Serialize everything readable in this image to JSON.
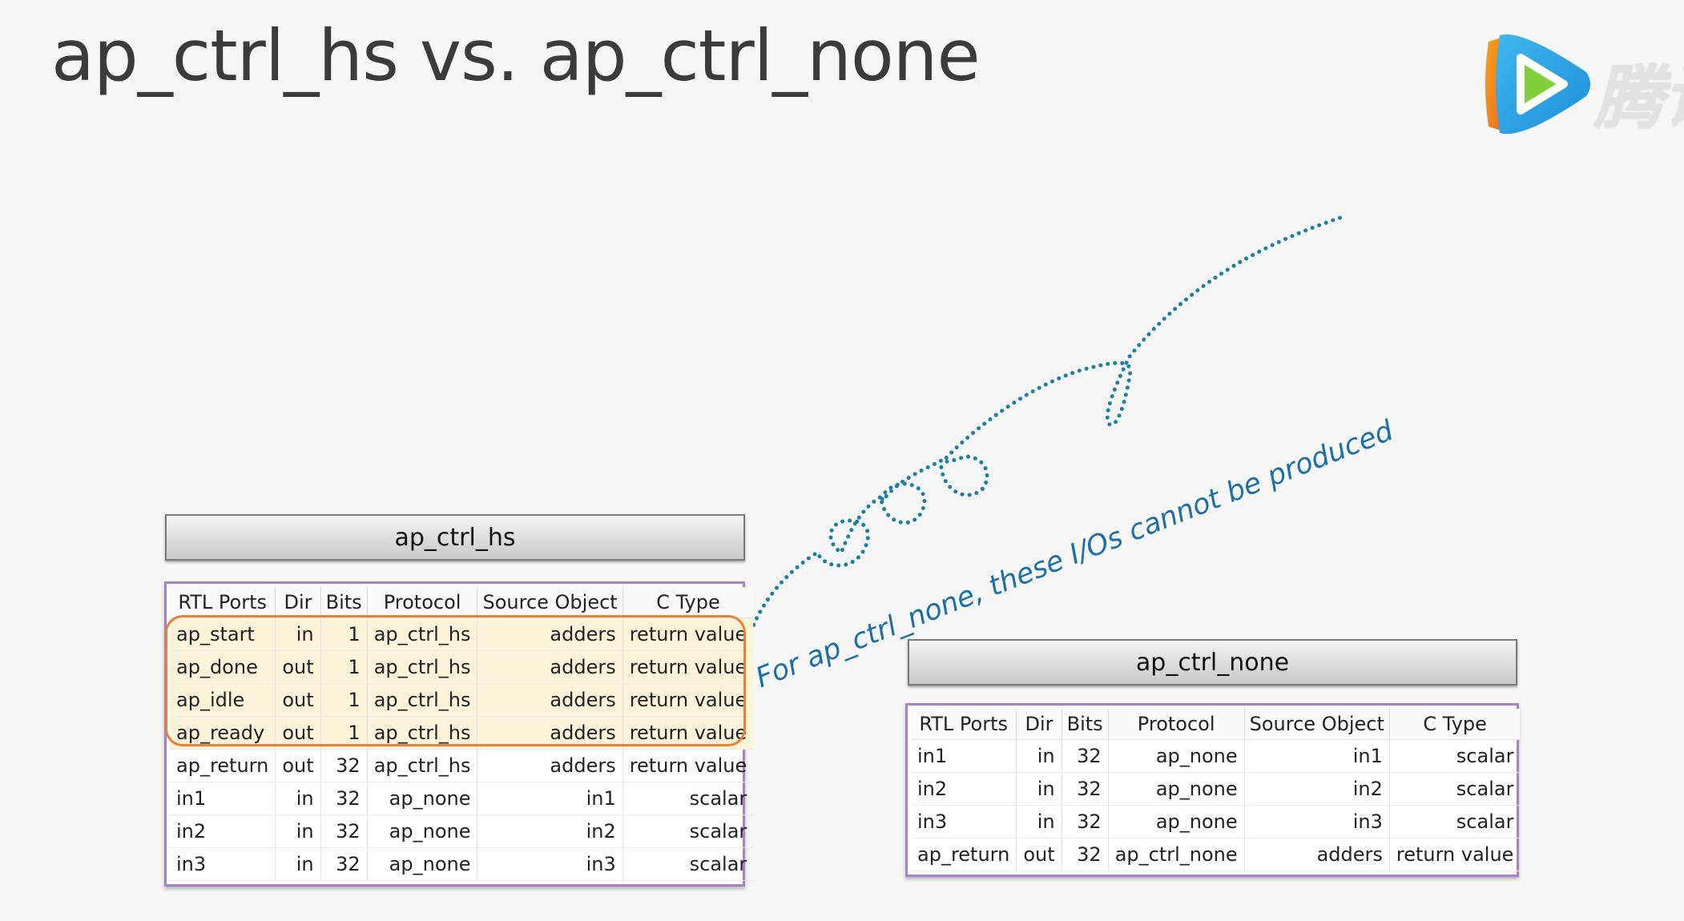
{
  "slide": {
    "title": "ap_ctrl_hs  vs. ap_ctrl_none",
    "logo_text": "腾讯"
  },
  "annotation": {
    "text": "For ap_ctrl_none, these I/Os cannot be produced"
  },
  "colors": {
    "highlight_fill": "#fbf4d8",
    "highlight_outline": "#e8803a",
    "table_border": "#a783c6",
    "annotation": "#1d6fa8",
    "dotted_line": "#1e7fa3"
  },
  "table_hs": {
    "title": "ap_ctrl_hs",
    "columns": [
      "RTL Ports",
      "Dir",
      "Bits",
      "Protocol",
      "Source Object",
      "C Type"
    ],
    "rows": [
      [
        "ap_start",
        "in",
        "1",
        "ap_ctrl_hs",
        "adders",
        "return value"
      ],
      [
        "ap_done",
        "out",
        "1",
        "ap_ctrl_hs",
        "adders",
        "return value"
      ],
      [
        "ap_idle",
        "out",
        "1",
        "ap_ctrl_hs",
        "adders",
        "return value"
      ],
      [
        "ap_ready",
        "out",
        "1",
        "ap_ctrl_hs",
        "adders",
        "return value"
      ],
      [
        "ap_return",
        "out",
        "32",
        "ap_ctrl_hs",
        "adders",
        "return value"
      ],
      [
        "in1",
        "in",
        "32",
        "ap_none",
        "in1",
        "scalar"
      ],
      [
        "in2",
        "in",
        "32",
        "ap_none",
        "in2",
        "scalar"
      ],
      [
        "in3",
        "in",
        "32",
        "ap_none",
        "in3",
        "scalar"
      ]
    ],
    "highlighted_rows": [
      0,
      1,
      2,
      3
    ]
  },
  "table_none": {
    "title": "ap_ctrl_none",
    "columns": [
      "RTL Ports",
      "Dir",
      "Bits",
      "Protocol",
      "Source Object",
      "C Type"
    ],
    "rows": [
      [
        "in1",
        "in",
        "32",
        "ap_none",
        "in1",
        "scalar"
      ],
      [
        "in2",
        "in",
        "32",
        "ap_none",
        "in2",
        "scalar"
      ],
      [
        "in3",
        "in",
        "32",
        "ap_none",
        "in3",
        "scalar"
      ],
      [
        "ap_return",
        "out",
        "32",
        "ap_ctrl_none",
        "adders",
        "return value"
      ]
    ]
  }
}
